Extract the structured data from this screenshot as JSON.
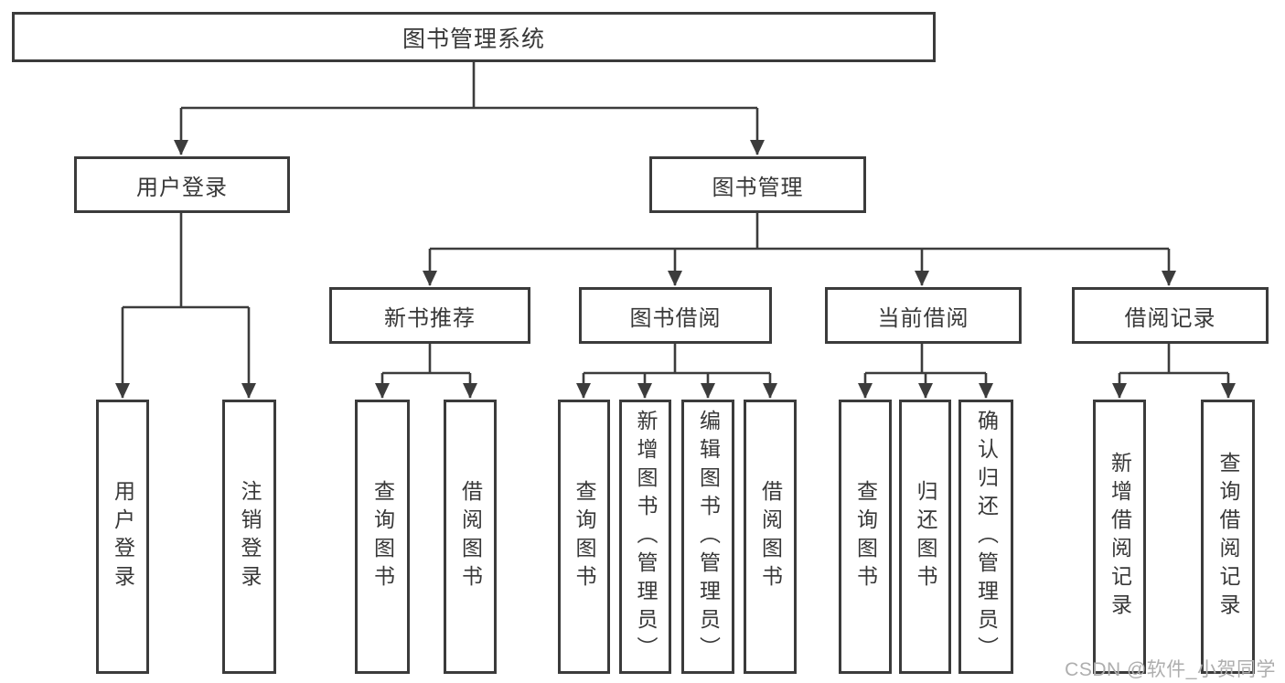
{
  "tree": {
    "label": "图书管理系统",
    "children": [
      {
        "label": "用户登录",
        "children": [
          {
            "label": "用户登录"
          },
          {
            "label": "注销登录"
          }
        ]
      },
      {
        "label": "图书管理",
        "children": [
          {
            "label": "新书推荐",
            "children": [
              {
                "label": "查询图书"
              },
              {
                "label": "借阅图书"
              }
            ]
          },
          {
            "label": "图书借阅",
            "children": [
              {
                "label": "查询图书"
              },
              {
                "label": "新增图书（管理员）"
              },
              {
                "label": "编辑图书（管理员）"
              },
              {
                "label": "借阅图书"
              }
            ]
          },
          {
            "label": "当前借阅",
            "children": [
              {
                "label": "查询图书"
              },
              {
                "label": "归还图书"
              },
              {
                "label": "确认归还（管理员）"
              }
            ]
          },
          {
            "label": "借阅记录",
            "children": [
              {
                "label": "新增借阅记录"
              },
              {
                "label": "查询借阅记录"
              }
            ]
          }
        ]
      }
    ]
  },
  "watermark": "CSDN @软件_小贺同学",
  "colors": {
    "line": "#3c3c3c",
    "box_border": "#3b3b3b",
    "text": "#383838",
    "background": "#ffffff",
    "watermark": "#aeaeae"
  }
}
